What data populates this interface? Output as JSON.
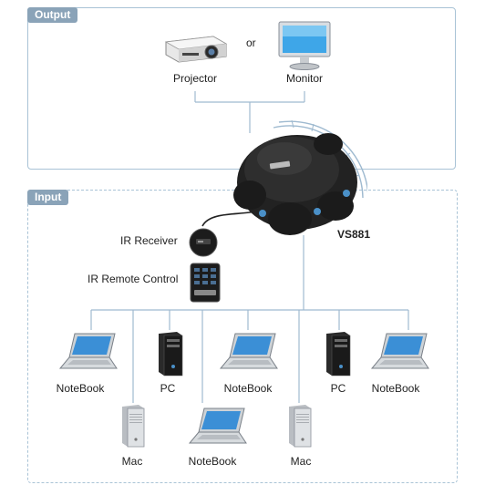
{
  "output": {
    "tab": "Output",
    "or_text": "or",
    "projector_label": "Projector",
    "monitor_label": "Monitor"
  },
  "input": {
    "tab": "Input",
    "ir_receiver_label": "IR Receiver",
    "ir_remote_label": "IR Remote Control",
    "device_name": "VS881",
    "sources": [
      {
        "type": "notebook",
        "label": "NoteBook"
      },
      {
        "type": "pc",
        "label": "PC"
      },
      {
        "type": "notebook",
        "label": "NoteBook"
      },
      {
        "type": "pc",
        "label": "PC"
      },
      {
        "type": "notebook",
        "label": "NoteBook"
      },
      {
        "type": "mac",
        "label": "Mac"
      },
      {
        "type": "notebook",
        "label": "NoteBook"
      },
      {
        "type": "mac",
        "label": "Mac"
      }
    ]
  },
  "colors": {
    "panel_border": "#a9c3d6",
    "tab_bg": "#8aa3b8",
    "connector": "#9fbad0",
    "device_body": "#1e1e1e"
  }
}
